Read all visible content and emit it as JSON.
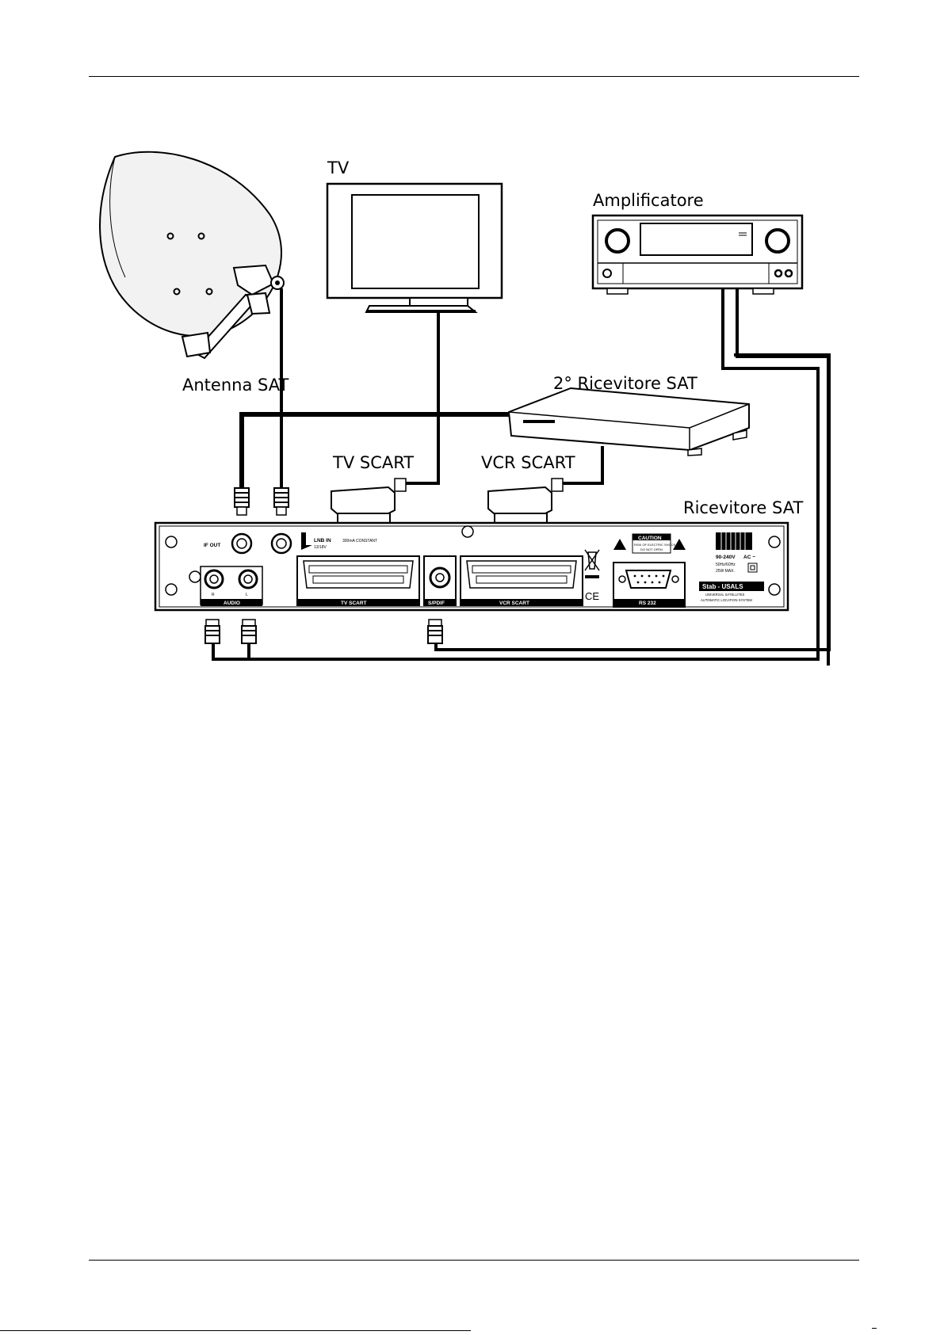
{
  "labels": {
    "tv": "TV",
    "amplifier": "Amplificatore",
    "antenna": "Antenna SAT",
    "second_receiver": "2° Ricevitore SAT",
    "tv_scart": "TV SCART",
    "vcr_scart": "VCR SCART",
    "receiver": "Ricevitore SAT"
  },
  "panel": {
    "if_out": "IF OUT",
    "lnb_in": "LNB IN",
    "lnb_voltage": "13/18V",
    "lnb_current": "300mA CONSTANT",
    "audio": "AUDIO",
    "audio_r": "R",
    "audio_l": "L",
    "tv_scart": "TV SCART",
    "spdif": "S/PDIF",
    "vcr_scart": "VCR SCART",
    "rs232": "RS 232",
    "caution_title": "CAUTION",
    "caution_line1": "RISK OF ELECTRIC SHOCK",
    "caution_line2": "DO NOT OPEN",
    "voltage": "90-240V",
    "ac": "AC ~",
    "freq": "50Hz/60Hz",
    "power": "25W  MAX.",
    "usals_brand": "Stab - USALS",
    "usals_line1": "UNIVERSAL SATELLITES",
    "usals_line2": "AUTOMATIC LOCATION SYSTEM",
    "ce": "CE"
  }
}
